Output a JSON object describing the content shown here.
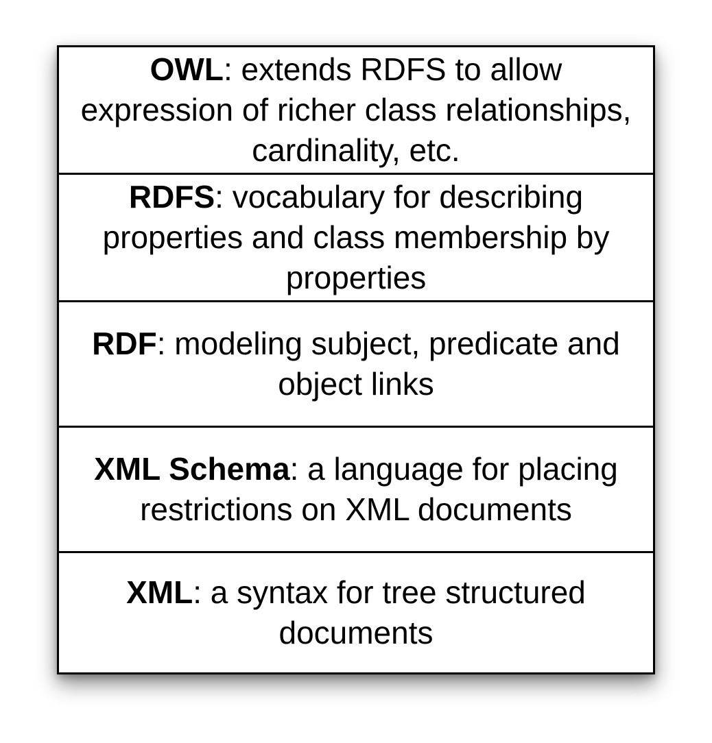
{
  "layers": [
    {
      "name": "OWL",
      "description": ": extends RDFS to allow expression of richer class relationships, cardinality, etc."
    },
    {
      "name": "RDFS",
      "description": ": vocabulary for describing properties and class membership by properties"
    },
    {
      "name": "RDF",
      "description": ": modeling subject, predicate and object links"
    },
    {
      "name": "XML Schema",
      "description": ": a language for placing restrictions on XML documents"
    },
    {
      "name": "XML",
      "description": ": a syntax for tree structured documents"
    }
  ]
}
